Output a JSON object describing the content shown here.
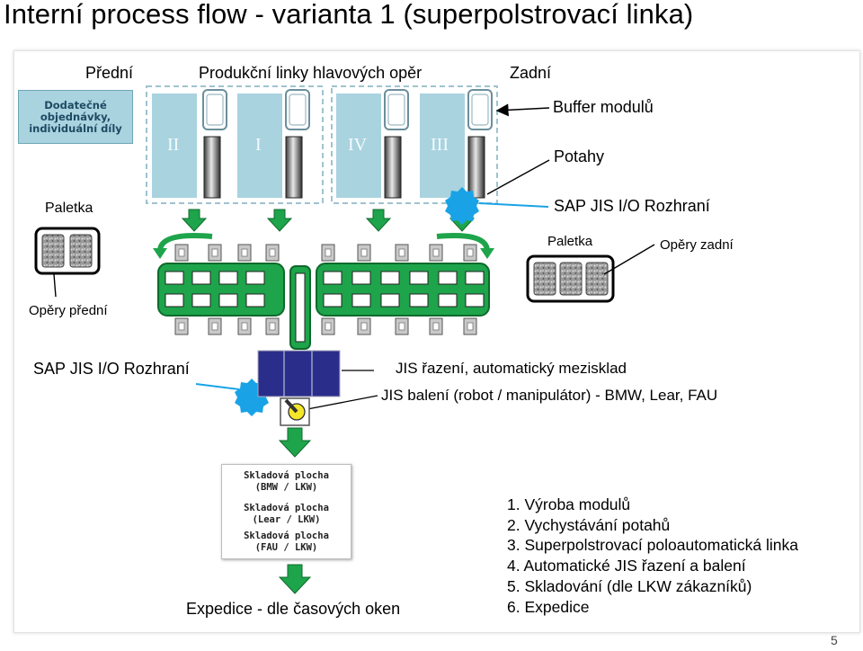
{
  "title": "Interní process flow - varianta 1 (superpolstrovací linka)",
  "header_labels": {
    "front": "Přední",
    "lines": "Produkční linky hlavových opěr",
    "rear": "Zadní"
  },
  "additional_orders": [
    "Dodatečné",
    "objednávky,",
    "individuální díly"
  ],
  "line_numbers": [
    "II",
    "I",
    "IV",
    "III"
  ],
  "right_labels": {
    "buffer": "Buffer modulů",
    "covers": "Potahy",
    "sap_right": "SAP JIS I/O Rozhraní",
    "pallet_right": "Paletka",
    "rear_supports": "Opěry zadní"
  },
  "left_labels": {
    "pallet_left": "Paletka",
    "front_supports": "Opěry přední",
    "sap_left": "SAP JIS I/O Rozhraní"
  },
  "jis_labels": {
    "sequencing": "JIS řazení, automatický mezisklad",
    "packing": "JIS balení (robot / manipulátor) - BMW, Lear, FAU"
  },
  "storage_areas": [
    [
      "Skladová plocha",
      "(BMW / LKW)"
    ],
    [
      "Skladová plocha",
      "(Lear / LKW)"
    ],
    [
      "Skladová plocha",
      "(FAU / LKW)"
    ]
  ],
  "expedition": "Expedice - dle časových oken",
  "steps": [
    "1. Výroba modulů",
    "2. Vychystávání potahů",
    "3. Superpolstrovací poloautomatická linka",
    "4. Automatické JIS řazení a balení",
    "5. Skladování (dle LKW zákazníků)",
    "6. Expedice"
  ],
  "page_number": "5",
  "colors": {
    "module_box": "#a9d3df",
    "conveyor_green": "#1ea44b",
    "interface_blue": "#19a3e6",
    "sequencing_navy": "#2a2e8a",
    "robot_yellow": "#f5e62a"
  }
}
